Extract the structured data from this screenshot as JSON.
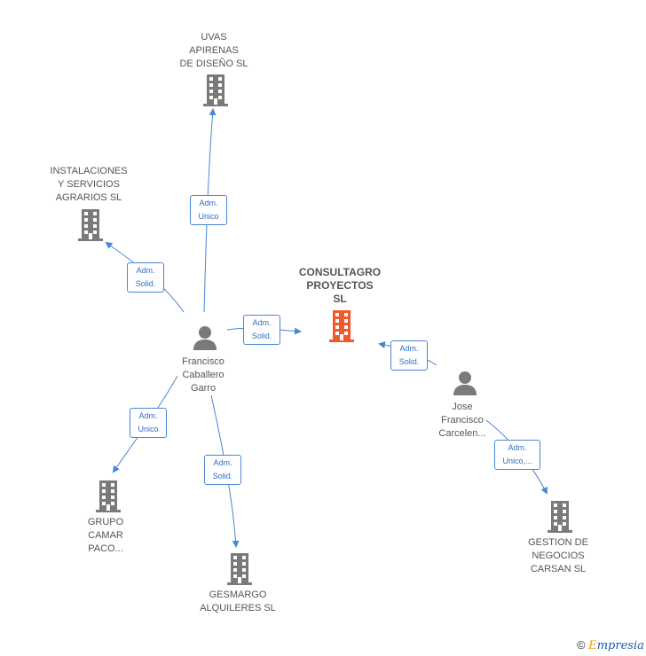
{
  "companies": {
    "uvas": {
      "name": "UVAS\nAPIRENAS\nDE DISEÑO  SL"
    },
    "instalaciones": {
      "name": "INSTALACIONES\nY SERVICIOS\nAGRARIOS  SL"
    },
    "consultagro": {
      "name": "CONSULTAGRO\nPROYECTOS\nSL"
    },
    "grupo_camar": {
      "name": "GRUPO\nCAMAR\nPACO..."
    },
    "gesmargo": {
      "name": "GESMARGO\nALQUILERES  SL"
    },
    "gestion": {
      "name": "GESTION DE\nNEGOCIOS\nCARSAN  SL"
    }
  },
  "persons": {
    "francisco": {
      "name": "Francisco\nCaballero\nGarro"
    },
    "jose": {
      "name": "Jose\nFrancisco\nCarcelen..."
    }
  },
  "relations": {
    "francisco_uvas": "Adm.\nUnico",
    "francisco_instalaciones": "Adm.\nSolid.",
    "francisco_consultagro": "Adm.\nSolid.",
    "francisco_grupo": "Adm.\nUnico",
    "francisco_gesmargo": "Adm.\nSolid.",
    "jose_consultagro": "Adm.\nSolid.",
    "jose_gestion": "Adm.\nUnico,..."
  },
  "colors": {
    "edge": "#4a86d4",
    "building": "#7a7a7a",
    "building_highlight": "#f05a2a",
    "person": "#7a7a7a"
  },
  "footer": {
    "copyright_symbol": "©",
    "brand_first": "E",
    "brand_rest": "mpresia"
  }
}
